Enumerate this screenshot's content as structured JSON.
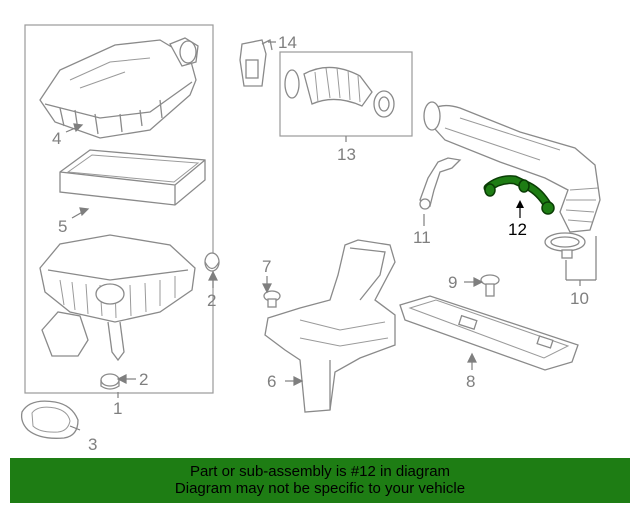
{
  "callouts": {
    "c1": "1",
    "c2a": "2",
    "c2b": "2",
    "c3": "3",
    "c4": "4",
    "c5": "5",
    "c6": "6",
    "c7": "7",
    "c8": "8",
    "c9": "9",
    "c10": "10",
    "c11": "11",
    "c12": "12",
    "c13": "13",
    "c14": "14"
  },
  "highlight": {
    "part_number": "12",
    "color": "#1e7d14"
  },
  "footer": {
    "line1": "Part or sub-assembly is #12 in diagram",
    "line2": "Diagram may not be specific to your vehicle",
    "background": "#1e7d14"
  }
}
